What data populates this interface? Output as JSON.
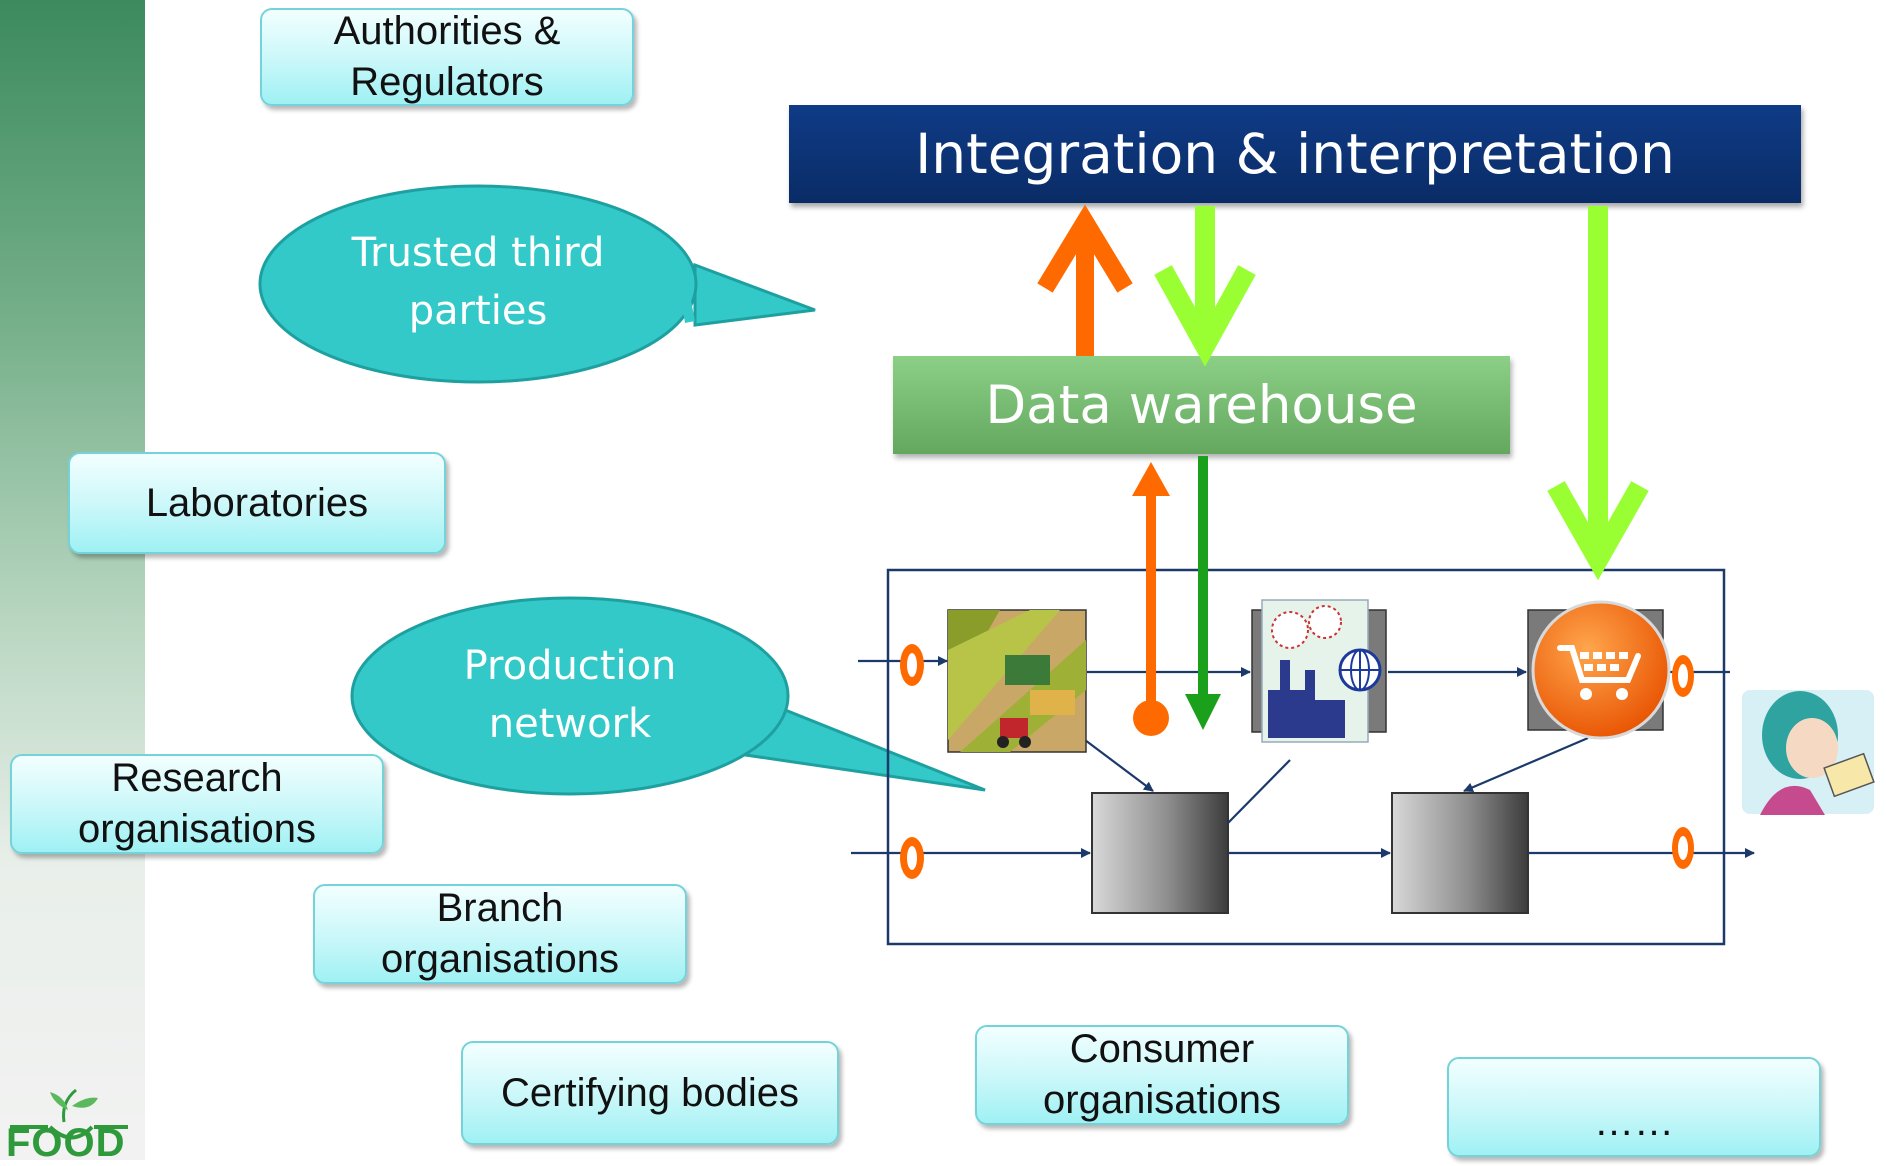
{
  "colors": {
    "sidebar_top": "#3c8a5e",
    "integration_bg": "#0a2c66",
    "warehouse_bg": "#6fb46a",
    "bubble": "#33c9c9",
    "orange_arrow": "#ff6a00",
    "light_green_arrow": "#99ff33",
    "dark_green_arrow": "#1aa01a",
    "stakeholder_box": "#c9f7f9"
  },
  "stakeholders": {
    "authorities": "Authorities & Regulators",
    "laboratories": "Laboratories",
    "research": "Research organisations",
    "branch": "Branch organisations",
    "certifying": "Certifying bodies",
    "consumer": "Consumer organisations",
    "more": "……"
  },
  "diagram": {
    "integration_label": "Integration & interpretation",
    "warehouse_label": "Data warehouse"
  },
  "callouts": {
    "trusted_third_parties": "Trusted third parties",
    "production_network": "Production network"
  },
  "icons": {
    "farm": "harvest-farm-icon",
    "factory": "factory-globe-icon",
    "retail": "shopping-cart-icon",
    "consumer": "consumer-reading-label-icon"
  },
  "logo": {
    "text": "FOOD"
  }
}
